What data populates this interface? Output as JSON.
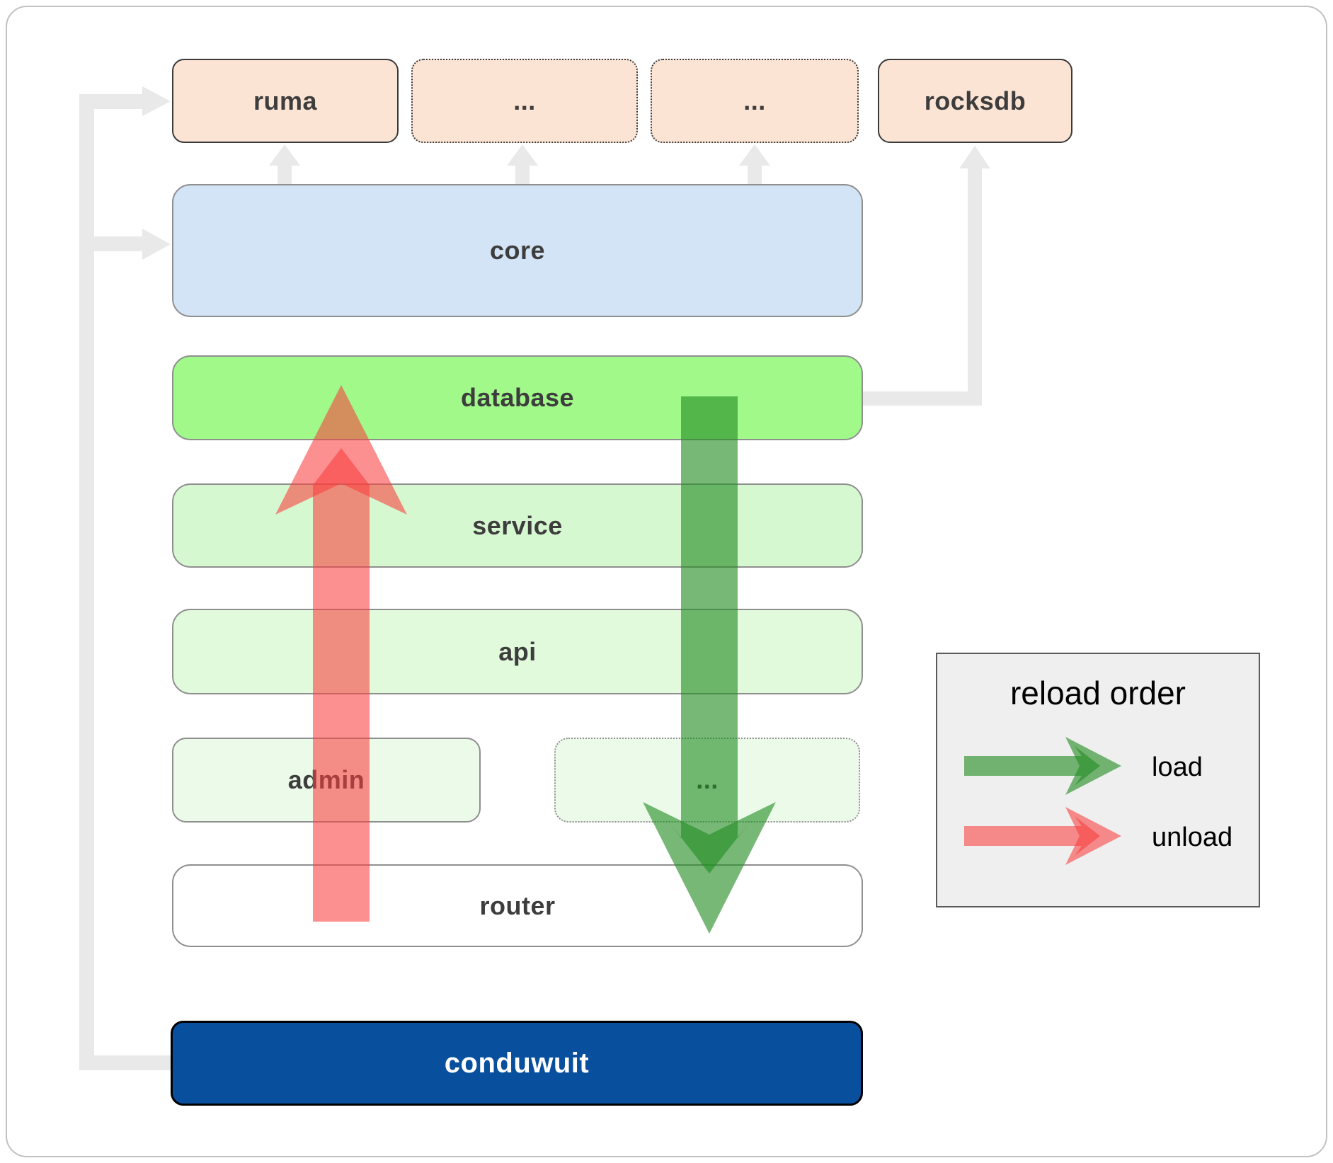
{
  "colors": {
    "frame-border": "#c2c2c2",
    "connector": "#e9e9e9",
    "peach": "#fce4d4",
    "border-dark": "#3a3a3a",
    "border-gray": "#8f8f8f",
    "core-blue": "#d2e4f6",
    "database-green": "#a0f989",
    "service-green": "#d6f8d0",
    "api-green": "#e1fadc",
    "admin-green": "#ecfbe9",
    "router-white": "#ffffff",
    "conduwuit-blue": "#084f9d",
    "arrow-green": "rgba(35,140,35,0.62)",
    "arrow-red": "rgba(250,62,62,0.58)",
    "legend-bg": "#efefef",
    "legend-border": "#5a5a5a",
    "label": "#3d3d3d"
  },
  "boxes": {
    "ruma": {
      "label": "ruma"
    },
    "crate_a": {
      "label": "..."
    },
    "crate_b": {
      "label": "..."
    },
    "rocksdb": {
      "label": "rocksdb"
    },
    "core": {
      "label": "core"
    },
    "database": {
      "label": "database"
    },
    "service": {
      "label": "service"
    },
    "api": {
      "label": "api"
    },
    "admin": {
      "label": "admin"
    },
    "admin_other": {
      "label": "..."
    },
    "router": {
      "label": "router"
    },
    "conduwuit": {
      "label": "conduwuit"
    }
  },
  "legend": {
    "title": "reload order",
    "items": [
      {
        "id": "load",
        "label": "load",
        "color_key": "arrow-green"
      },
      {
        "id": "unload",
        "label": "unload",
        "color_key": "arrow-red"
      }
    ]
  }
}
